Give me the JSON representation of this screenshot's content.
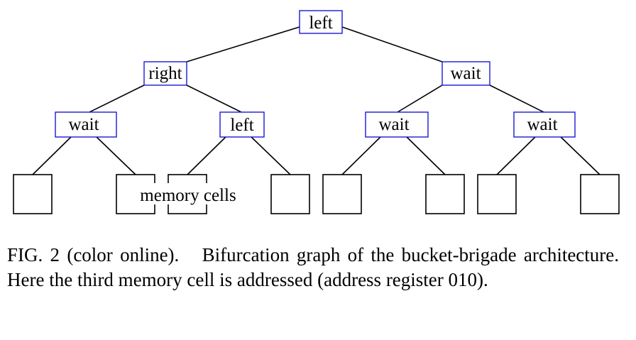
{
  "diagram": {
    "nodes": [
      {
        "id": "root",
        "label": "left"
      },
      {
        "id": "l1",
        "label": "right"
      },
      {
        "id": "r1",
        "label": "wait"
      },
      {
        "id": "ll",
        "label": "wait"
      },
      {
        "id": "lr",
        "label": "left"
      },
      {
        "id": "rl",
        "label": "wait"
      },
      {
        "id": "rr",
        "label": "wait"
      }
    ],
    "memory_label": "memory cells",
    "memory_cell_count": 8
  },
  "caption": {
    "figure_label": "FIG. 2 (color online).",
    "text": "Bifurcation graph of the bucket-brigade architecture. Here the third memory cell is addressed (address register 010)."
  },
  "colors": {
    "node_border": "#1a1ad6",
    "lines": "#000000",
    "text": "#000000"
  }
}
